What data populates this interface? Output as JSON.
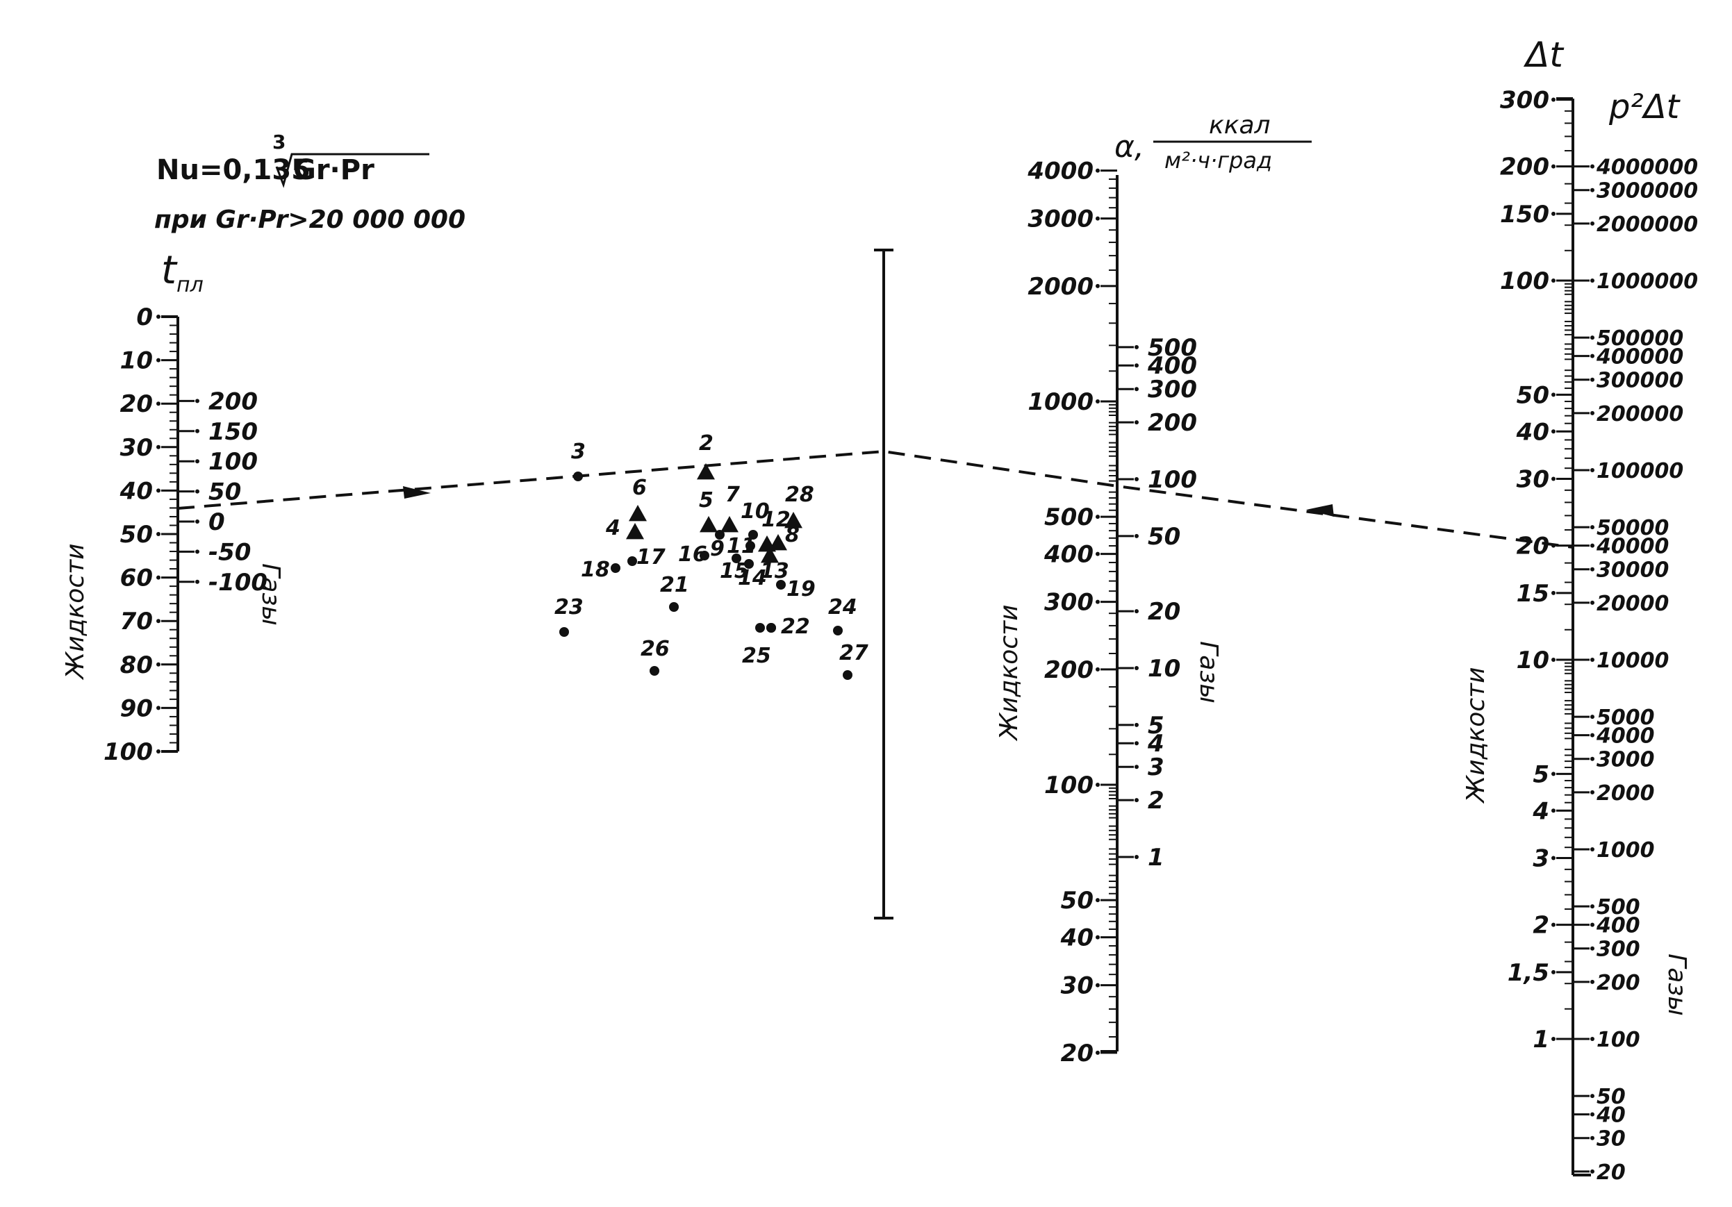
{
  "formula": {
    "main_prefix": "Nu=0,135",
    "root_index": "3",
    "root_content": "Gr·Pr",
    "condition": "при Gr·Pr>20 000 000"
  },
  "scales": {
    "t_pl": {
      "title_main": "t",
      "title_sub": "пл",
      "left_label": "Жидкости",
      "right_label": "Газы",
      "left_ticks": [
        "0",
        "10",
        "20",
        "30",
        "40",
        "50",
        "60",
        "70",
        "80",
        "90",
        "100"
      ],
      "right_ticks": [
        "200",
        "150",
        "100",
        "50",
        "0",
        "-50",
        "-100"
      ]
    },
    "alpha": {
      "symbol": "α,",
      "unit_numerator": "ккал",
      "unit_denominator": "м²·ч·град",
      "left_label": "Жидкости",
      "right_label": "Газы",
      "left_ticks": [
        "4000",
        "3000",
        "2000",
        "1000",
        "500",
        "400",
        "300",
        "200",
        "100",
        "50",
        "40",
        "30",
        "20"
      ],
      "right_ticks": [
        "500",
        "400",
        "300",
        "200",
        "100",
        "50",
        "20",
        "10",
        "5",
        "4",
        "3",
        "2",
        "1"
      ]
    },
    "delta_t": {
      "title_left": "Δt",
      "title_right": "p²Δt",
      "left_label": "Жидкости",
      "right_label": "Газы",
      "left_ticks": [
        "300",
        "200",
        "150",
        "100",
        "50",
        "40",
        "30",
        "20",
        "15",
        "10",
        "5",
        "4",
        "3",
        "2",
        "1,5",
        "1"
      ],
      "right_ticks": [
        "4000000",
        "3000000",
        "2000000",
        "1000000",
        "500000",
        "400000",
        "300000",
        "200000",
        "100000",
        "50000",
        "40000",
        "30000",
        "20000",
        "10000",
        "5000",
        "4000",
        "3000",
        "2000",
        "1000",
        "500",
        "400",
        "300",
        "200",
        "100",
        "50",
        "40",
        "30",
        "20"
      ]
    }
  },
  "points": [
    {
      "label": "2",
      "shape": "triangle"
    },
    {
      "label": "3",
      "shape": "dot"
    },
    {
      "label": "4",
      "shape": "triangle"
    },
    {
      "label": "5",
      "shape": "triangle"
    },
    {
      "label": "6",
      "shape": "triangle"
    },
    {
      "label": "7",
      "shape": "triangle"
    },
    {
      "label": "8",
      "shape": "triangle"
    },
    {
      "label": "9",
      "shape": "dot"
    },
    {
      "label": "10",
      "shape": "dot"
    },
    {
      "label": "11",
      "shape": "dot"
    },
    {
      "label": "12",
      "shape": "triangle"
    },
    {
      "label": "13",
      "shape": "triangle"
    },
    {
      "label": "14",
      "shape": "dot"
    },
    {
      "label": "15",
      "shape": "dot"
    },
    {
      "label": "16",
      "shape": "dot"
    },
    {
      "label": "17",
      "shape": "dot"
    },
    {
      "label": "18",
      "shape": "dot"
    },
    {
      "label": "19",
      "shape": "dot"
    },
    {
      "label": "21",
      "shape": "dot"
    },
    {
      "label": "22",
      "shape": "dot"
    },
    {
      "label": "23",
      "shape": "dot"
    },
    {
      "label": "24",
      "shape": "dot"
    },
    {
      "label": "25",
      "shape": "dot"
    },
    {
      "label": "26",
      "shape": "dot"
    },
    {
      "label": "27",
      "shape": "dot"
    },
    {
      "label": "28",
      "shape": "triangle"
    }
  ]
}
